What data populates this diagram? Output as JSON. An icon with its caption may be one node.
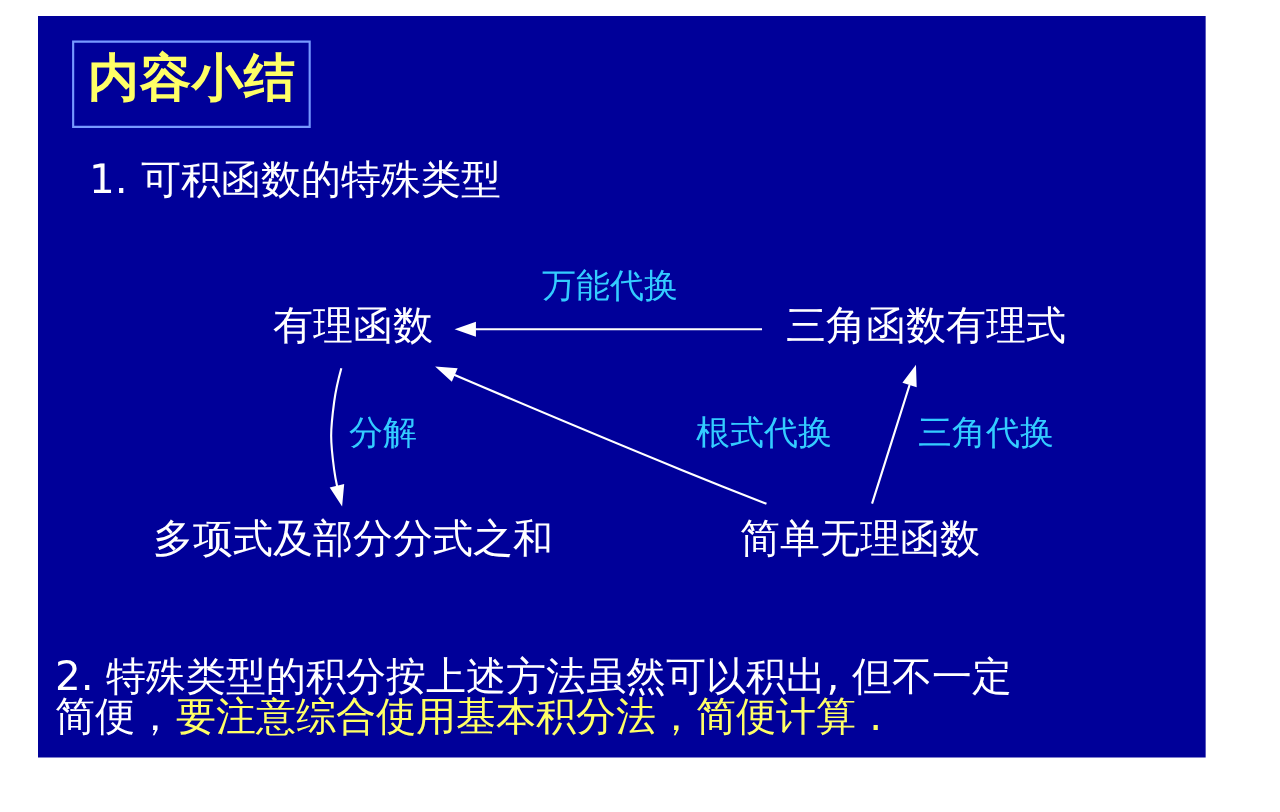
{
  "diagram": {
    "title": "内容小结",
    "nodes": [
      {
        "text": [
          "有理函数"
        ]
      },
      {
        "text": [
          "三角函数有理式"
        ]
      },
      {
        "text": [
          "多项式及部分分式之和"
        ]
      },
      {
        "text": [
          "简单无理函数"
        ]
      }
    ],
    "edges": [
      {
        "from": 1,
        "to": 0,
        "arrow": "to",
        "label": "万能代换"
      },
      {
        "from": 0,
        "to": 2,
        "arrow": "to",
        "label": "分解"
      },
      {
        "from": 3,
        "to": 0,
        "arrow": "to",
        "label": "根式代换"
      },
      {
        "from": 3,
        "to": 1,
        "arrow": "to",
        "label": "三角代换"
      }
    ],
    "labels": [
      "1. 可积函数的特殊类型",
      "2. 特殊类型的积分按上述方法虽然可以积出, 但不一定简便，",
      "要注意综合使用基本积分法，简便计算 ."
    ]
  }
}
